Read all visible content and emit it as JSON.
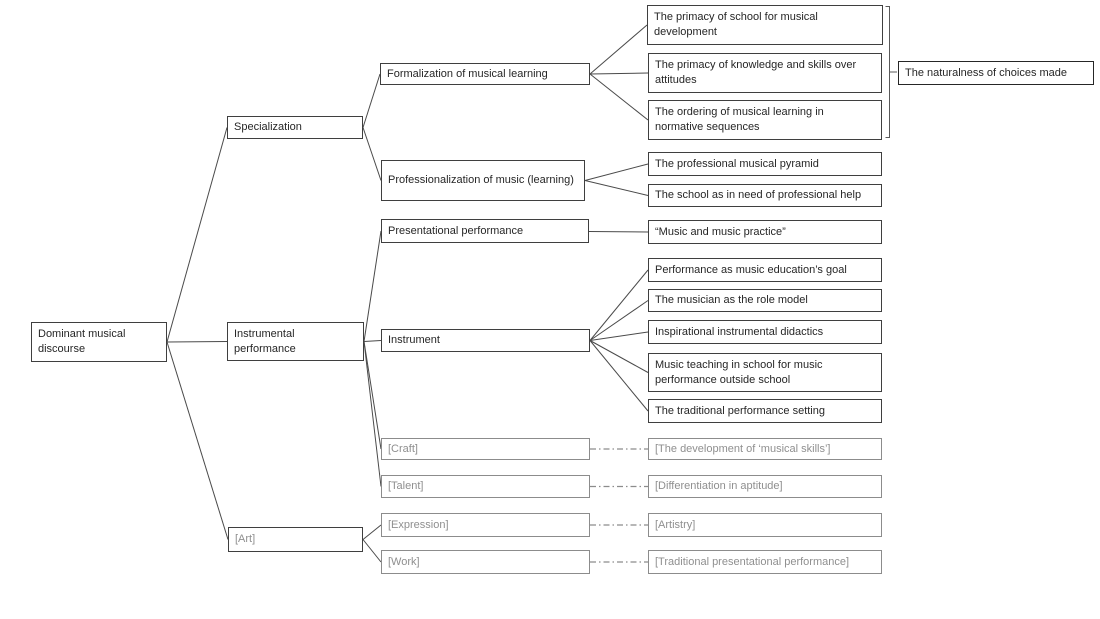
{
  "colors": {
    "box_border": "#3f3f3f",
    "gray_border": "#8c8c8c",
    "text": "#262626",
    "gray_text": "#8f8f8f",
    "line": "#4a4a4a",
    "dash_line": "#8c8c8c",
    "background": "#ffffff"
  },
  "nodes": {
    "root": {
      "label": "Dominant musical discourse"
    },
    "specialization": {
      "label": "Specialization"
    },
    "instrumental_performance": {
      "label": "Instrumental performance"
    },
    "art": {
      "label": "[Art]"
    },
    "formalization": {
      "label": "Formalization of musical learning"
    },
    "professionalization": {
      "label": "Professionalization of music (learning)"
    },
    "presentational_performance": {
      "label": "Presentational performance"
    },
    "instrument": {
      "label": "Instrument"
    },
    "craft": {
      "label": "[Craft]"
    },
    "talent": {
      "label": "[Talent]"
    },
    "expression": {
      "label": "[Expression]"
    },
    "work": {
      "label": "[Work]"
    },
    "primacy_school": {
      "label": "The primacy of school for musical development"
    },
    "primacy_knowledge": {
      "label": "The primacy of knowledge and skills over attitudes"
    },
    "ordering": {
      "label": "The ordering of musical learning in normative sequences"
    },
    "pyramid": {
      "label": "The professional musical pyramid"
    },
    "school_help": {
      "label": "The school as in need of professional help"
    },
    "music_practice": {
      "label": "“Music and music practice”"
    },
    "performance_goal": {
      "label": "Performance as music education’s goal"
    },
    "role_model": {
      "label": "The musician as the role model"
    },
    "didactics": {
      "label": "Inspirational instrumental didactics"
    },
    "teaching_outside": {
      "label": "Music teaching in school for music performance outside school"
    },
    "traditional_setting": {
      "label": "The traditional performance setting"
    },
    "musical_skills": {
      "label": "[The development of ‘musical skills’]"
    },
    "differentiation": {
      "label": "[Differentiation in aptitude]"
    },
    "artistry": {
      "label": "[Artistry]"
    },
    "traditional_presentational": {
      "label": "[Traditional presentational performance]"
    },
    "naturalness": {
      "label": "The naturalness of choices made"
    }
  }
}
